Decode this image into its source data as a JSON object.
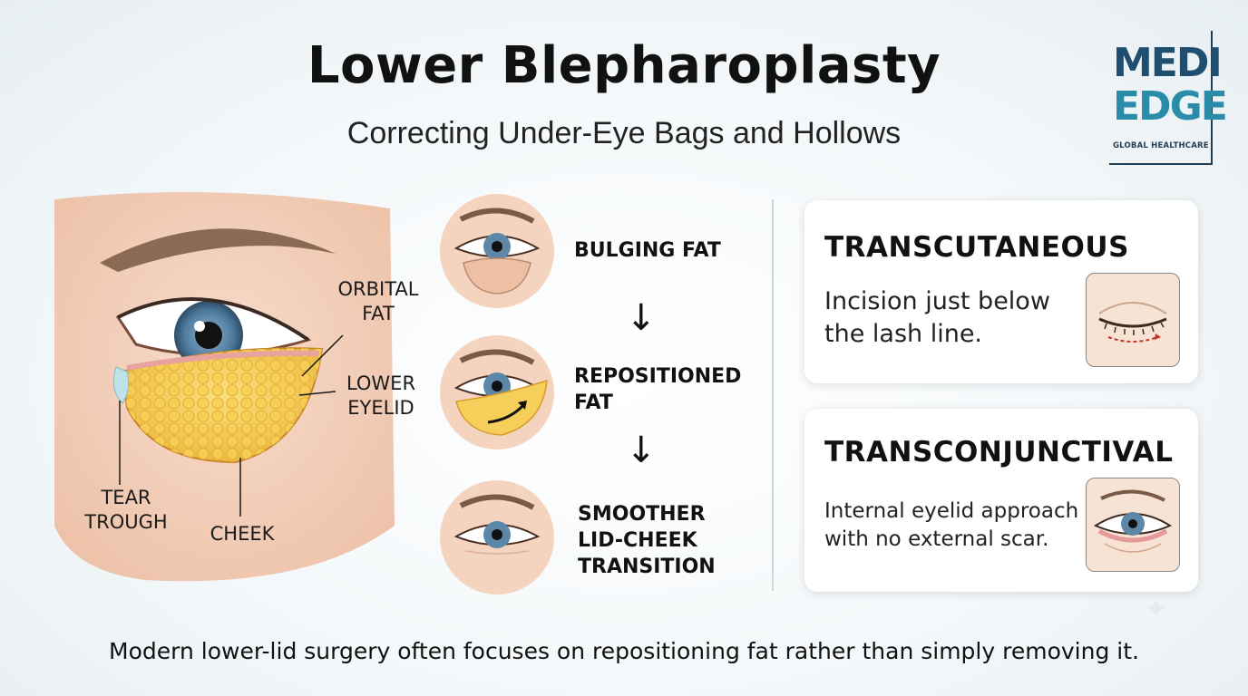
{
  "header": {
    "title": "Lower Blepharoplasty",
    "subtitle": "Correcting Under-Eye Bags and Hollows"
  },
  "logo": {
    "line1": "MEDI",
    "line2": "EDGE",
    "tagline": "GLOBAL HEALTHCARE"
  },
  "anatomy": {
    "labels": {
      "orbital_fat": [
        "ORBITAL",
        "FAT"
      ],
      "lower_eyelid": [
        "LOWER",
        "EYELID"
      ],
      "tear_trough": [
        "TEAR",
        "TROUGH"
      ],
      "cheek": "CHEEK"
    }
  },
  "steps": [
    {
      "lines": [
        "BULGING FAT"
      ]
    },
    {
      "lines": [
        "REPOSITIONED",
        "FAT"
      ]
    },
    {
      "lines": [
        "SMOOTHER",
        "LID-CHEEK",
        "TRANSITION"
      ]
    }
  ],
  "arrow_glyph": "↓",
  "techniques": [
    {
      "title": "TRANSCUTANEOUS",
      "desc": [
        "Incision just below",
        "the lash line."
      ],
      "icon": "closed-eye-incision-icon"
    },
    {
      "title": "TRANSCONJUNCTIVAL",
      "desc": [
        "Internal eyelid approach",
        "with no external scar."
      ],
      "icon": "open-eye-icon"
    }
  ],
  "footer": "Modern lower-lid surgery often focuses on repositioning fat rather than simply removing it.",
  "colors": {
    "logo_dark": "#1f4e70",
    "logo_accent": "#2a8ca8",
    "fat_yellow": "#f2c94c",
    "skin": "#f3d2bd",
    "iris": "#4f7c9e"
  }
}
